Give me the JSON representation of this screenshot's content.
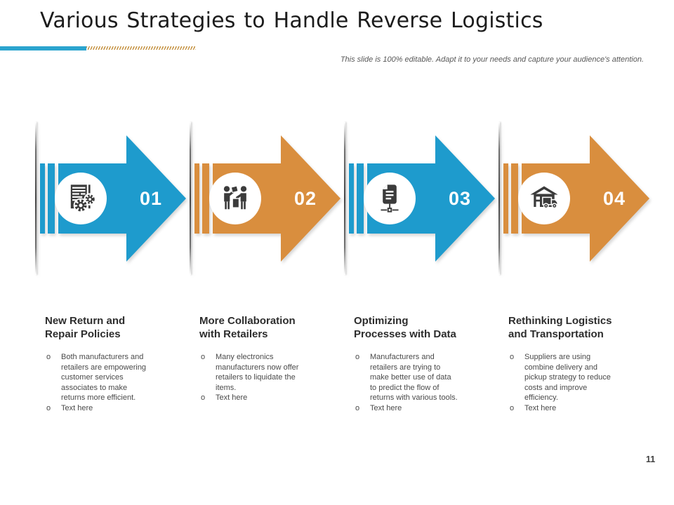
{
  "header": {
    "title": "Various Strategies to Handle Reverse Logistics",
    "note": "This slide is 100% editable. Adapt it to your needs and capture your audience's attention."
  },
  "footer": {
    "page_number": "11"
  },
  "colors": {
    "arrow_blue": "#1E9BCD",
    "arrow_orange": "#D98E3E",
    "underline_blue": "#2BA4CE",
    "zigzag_tan": "#C49140",
    "icon_dark": "#3B3B3B",
    "number_text": "#FFFFFF"
  },
  "strategies": [
    {
      "number": "01",
      "color": "blue",
      "icon": "document-gears-icon",
      "heading": "New Return and Repair Policies",
      "bullets": [
        "Both manufacturers and retailers are empowering customer services associates to make returns more efficient.",
        "Text here"
      ]
    },
    {
      "number": "02",
      "color": "orange",
      "icon": "people-exchange-icon",
      "heading": "More Collaboration with Retailers",
      "bullets": [
        "Many electronics manufacturers now offer retailers to liquidate the items.",
        "Text here"
      ]
    },
    {
      "number": "03",
      "color": "blue",
      "icon": "data-document-icon",
      "heading": "Optimizing Processes with Data",
      "bullets": [
        "Manufacturers and retailers are trying to make better use of data to predict the flow of returns with various tools.",
        "Text here"
      ]
    },
    {
      "number": "04",
      "color": "orange",
      "icon": "warehouse-truck-icon",
      "heading": "Rethinking Logistics and Transportation",
      "bullets": [
        "Suppliers are using combine delivery and pickup strategy to reduce costs and improve efficiency.",
        "Text here"
      ]
    }
  ]
}
